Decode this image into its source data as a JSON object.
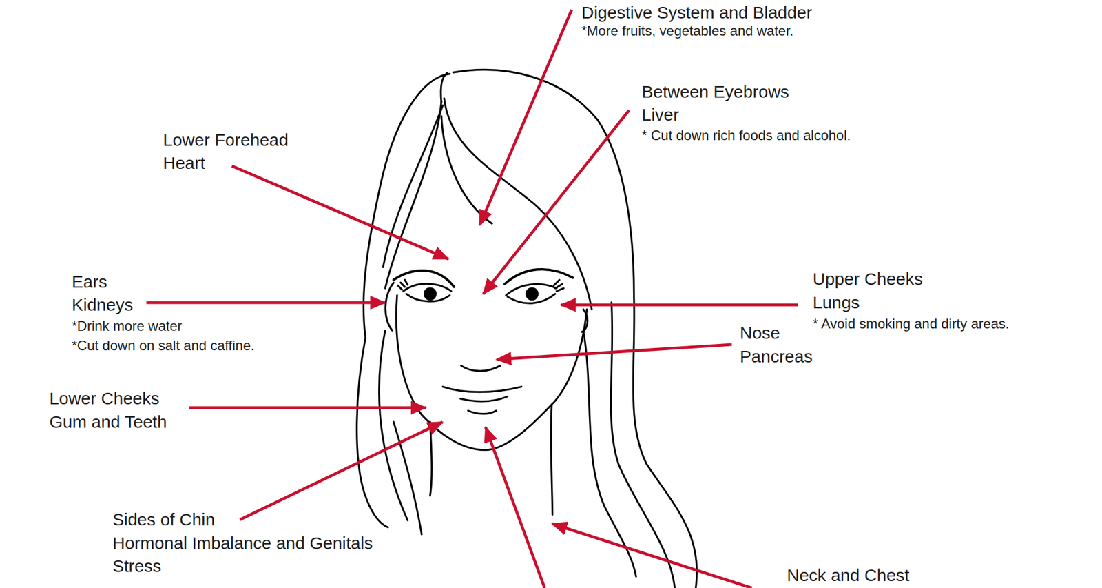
{
  "diagram": {
    "labels": [
      "Digestive System and Bladder",
      "*More fruits, vegetables and water.",
      "Between Eyebrows",
      "Liver",
      "* Cut down rich foods and alcohol.",
      "Lower Forehead",
      "Heart",
      "Ears",
      "Kidneys",
      "*Drink more water",
      "*Cut down on salt and caffine.",
      "Upper Cheeks",
      "Lungs",
      "* Avoid smoking and dirty areas.",
      "Nose",
      "Pancreas",
      "Lower Cheeks",
      "Gum and Teeth",
      "Sides of Chin",
      "Hormonal Imbalance and Genitals",
      "Stress",
      "Neck and Chest"
    ]
  }
}
